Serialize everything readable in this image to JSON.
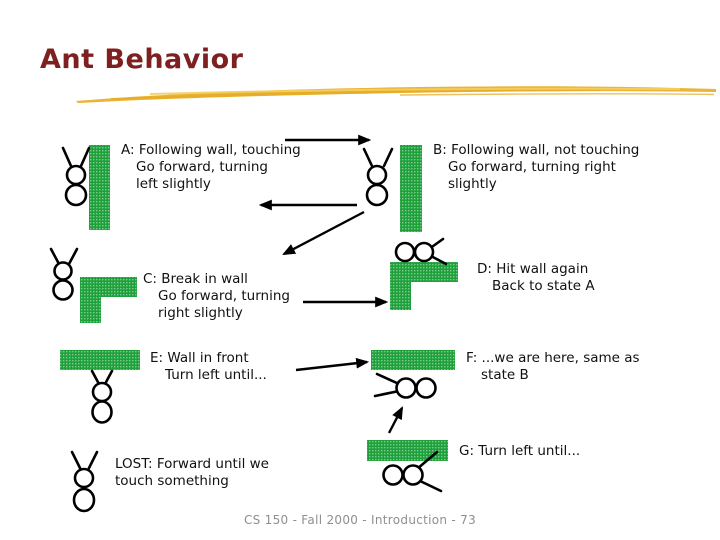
{
  "slide": {
    "title": "Ant Behavior",
    "footer": "CS 150 - Fall 2000 - Introduction - 73"
  },
  "colors": {
    "title_red": "#7E2020",
    "swoosh_gold": "#EBB434",
    "swoosh_gold_dark": "#E2A71F",
    "swoosh_gold_light": "#F4CE62",
    "wall_green": "#1EA03A",
    "ink_black": "#000000",
    "footer_gray": "#8F8F8F"
  },
  "states": {
    "a": {
      "lines": [
        "A: Following wall, touching",
        "Go forward, turning",
        "left slightly"
      ]
    },
    "b": {
      "lines": [
        "B: Following wall, not touching",
        "Go forward, turning right",
        "slightly"
      ]
    },
    "c": {
      "lines": [
        "C: Break in wall",
        "Go forward, turning",
        "right slightly"
      ]
    },
    "d": {
      "lines": [
        "D: Hit wall again",
        "Back to state A"
      ]
    },
    "e": {
      "lines": [
        "E: Wall in front",
        "Turn left until..."
      ]
    },
    "f": {
      "lines": [
        "F: ...we are here, same as",
        "state B"
      ]
    },
    "g": {
      "lines": [
        "G: Turn left until..."
      ]
    },
    "lost": {
      "lines": [
        "LOST: Forward until we",
        "touch something"
      ]
    }
  }
}
